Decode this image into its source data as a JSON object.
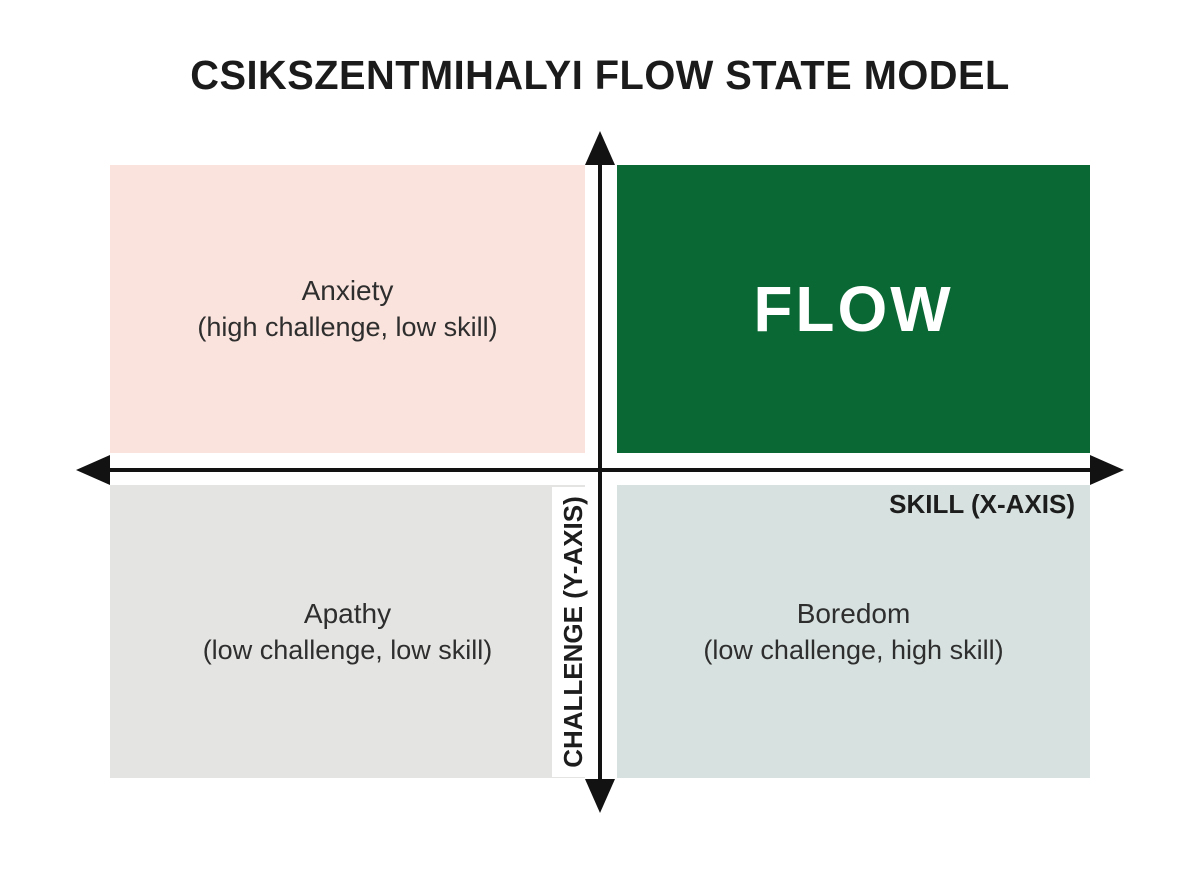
{
  "title": "CSIKSZENTMIHALYI FLOW STATE MODEL",
  "axes": {
    "x_label": "SKILL (X-AXIS)",
    "y_label": "CHALLENGE (Y-AXIS)"
  },
  "quadrants": {
    "top_left": {
      "name": "Anxiety",
      "description": "(high challenge, low skill)",
      "bg_color": "#fae3dc"
    },
    "top_right": {
      "name": "FLOW",
      "description": "",
      "bg_color": "#0a6834",
      "text_color": "#ffffff"
    },
    "bottom_left": {
      "name": "Apathy",
      "description": "(low challenge, low skill)",
      "bg_color": "#e4e4e2"
    },
    "bottom_right": {
      "name": "Boredom",
      "description": "(low challenge, high skill)",
      "bg_color": "#d7e1e0"
    }
  },
  "colors": {
    "background": "#ffffff",
    "axis": "#121212",
    "title_text": "#1b1b1b",
    "label_text": "#2e2e2e"
  }
}
